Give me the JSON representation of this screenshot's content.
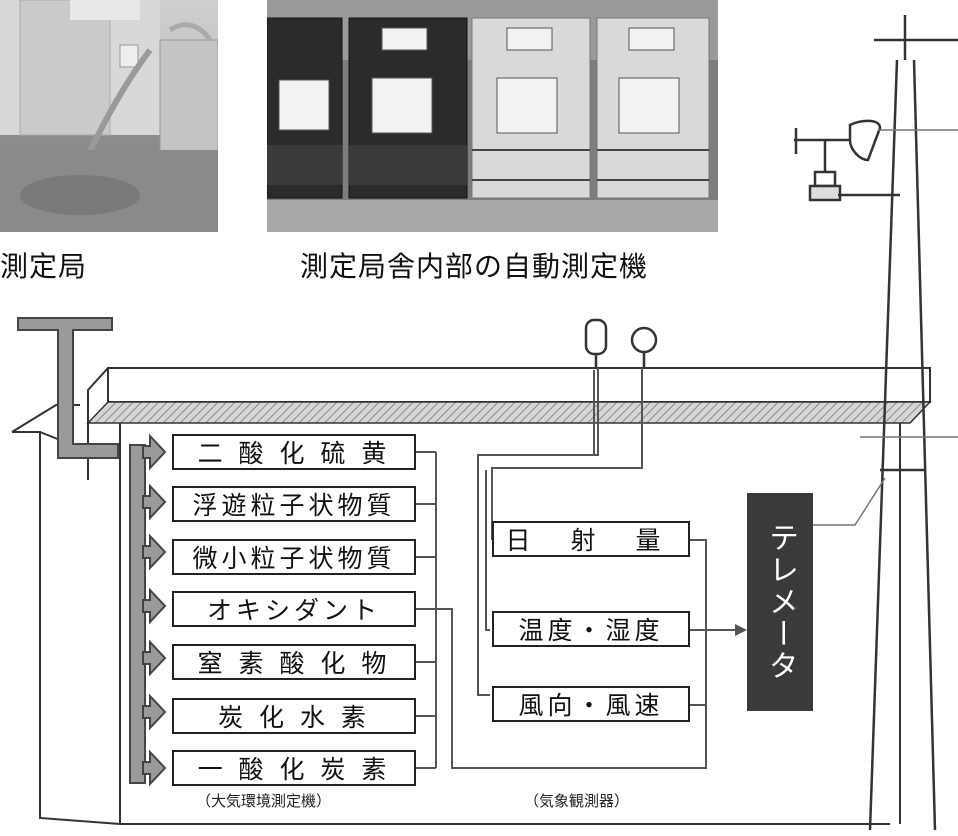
{
  "captions": {
    "station": "測定局",
    "machines": "測定局舎内部の自動測定機"
  },
  "air_monitors": {
    "group_label": "（大気環境測定機）",
    "items": [
      "二 酸 化 硫 黄",
      "浮遊粒子状物質",
      "微小粒子状物質",
      "オキシダント",
      "窒 素 酸 化 物",
      "炭 化 水 素",
      "一 酸 化 炭 素"
    ]
  },
  "weather_sensors": {
    "group_label": "（気象観測器）",
    "items": [
      "日 射 量",
      "温度・湿度",
      "風向・風速"
    ]
  },
  "telemeter": {
    "label": "テレメータ"
  }
}
